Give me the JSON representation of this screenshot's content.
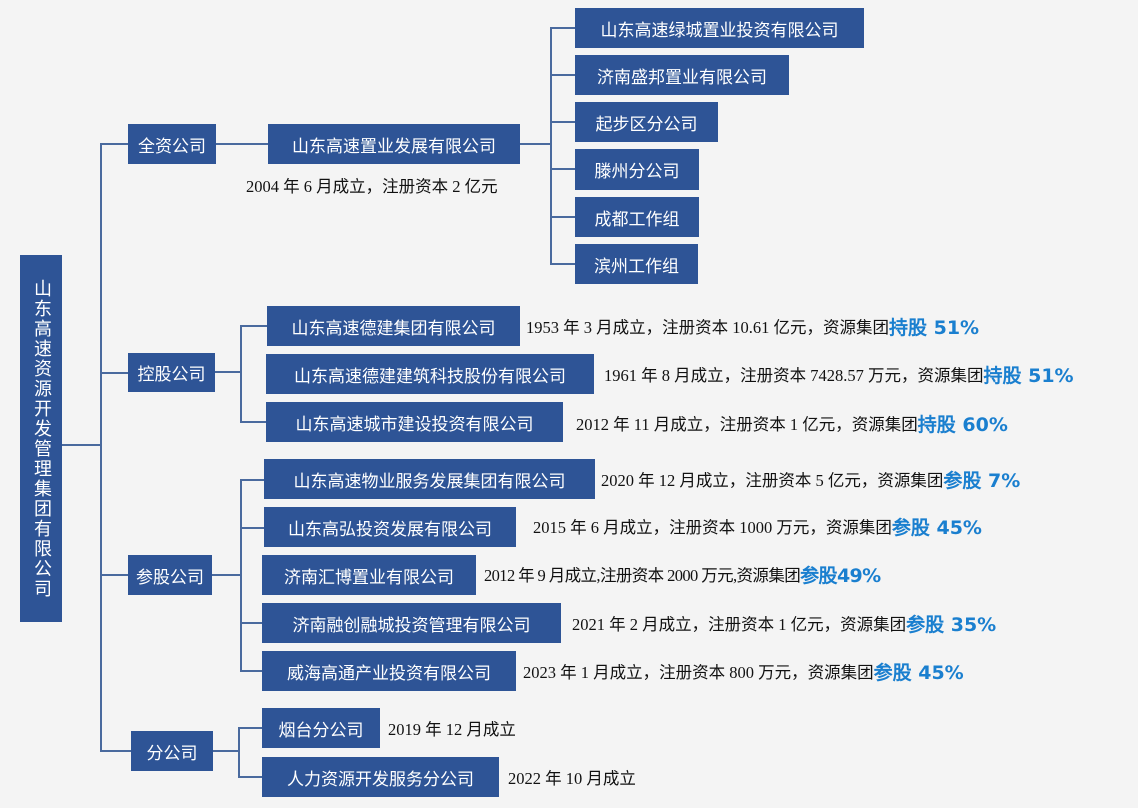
{
  "root": "山东高速资源开发管理集团有限公司",
  "categories": [
    "全资公司",
    "控股公司",
    "参股公司",
    "分公司"
  ],
  "wholly": {
    "name": "山东高速置业发展有限公司",
    "caption": "2004 年 6 月成立，注册资本 2 亿元",
    "subs": [
      "山东高速绿城置业投资有限公司",
      "济南盛邦置业有限公司",
      "起步区分公司",
      "滕州分公司",
      "成都工作组",
      "滨州工作组"
    ]
  },
  "holding": [
    {
      "name": "山东高速德建集团有限公司",
      "caption": "1953 年 3 月成立，注册资本 10.61 亿元，资源集团",
      "stake": "持股 51%"
    },
    {
      "name": "山东高速德建建筑科技股份有限公司",
      "caption": "1961 年 8 月成立，注册资本 7428.57 万元，资源集团",
      "stake": "持股 51%"
    },
    {
      "name": "山东高速城市建设投资有限公司",
      "caption": "2012 年 11 月成立，注册资本 1 亿元，资源集团",
      "stake": "持股 60%"
    }
  ],
  "participating": [
    {
      "name": "山东高速物业服务发展集团有限公司",
      "caption": "2020 年 12 月成立，注册资本 5 亿元，资源集团",
      "stake": "参股 7%"
    },
    {
      "name": "山东高弘投资发展有限公司",
      "caption": "2015 年 6 月成立，注册资本 1000 万元，资源集团",
      "stake": "参股 45%"
    },
    {
      "name": "济南汇博置业有限公司",
      "caption": "2012 年 9 月成立,注册资本 2000 万元,资源集团",
      "stake": "参股49%"
    },
    {
      "name": "济南融创融城投资管理有限公司",
      "caption": "2021 年 2 月成立，注册资本 1 亿元，资源集团",
      "stake": "参股 35%"
    },
    {
      "name": "威海高通产业投资有限公司",
      "caption": "2023 年 1 月成立，注册资本 800 万元，资源集团",
      "stake": "参股 45%"
    }
  ],
  "branches": [
    {
      "name": "烟台分公司",
      "caption": "2019 年 12 月成立"
    },
    {
      "name": "人力资源开发服务分公司",
      "caption": "2022 年 10 月成立"
    }
  ]
}
